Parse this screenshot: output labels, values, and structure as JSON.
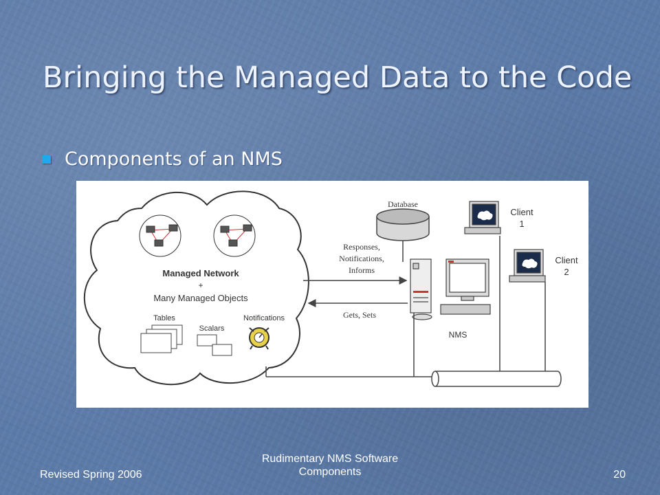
{
  "slide": {
    "title": "Bringing the Managed Data to the Code",
    "bullet": "Components of an NMS"
  },
  "diagram": {
    "cloud_label_main": "Managed Network",
    "cloud_label_plus": "+",
    "cloud_label_objects": "Many Managed Objects",
    "tables_label": "Tables",
    "scalars_label": "Scalars",
    "notifications_label": "Notifications",
    "database_label": "Database",
    "responses_line1": "Responses,",
    "responses_line2": "Notifications,",
    "responses_line3": "Informs",
    "gets_sets_label": "Gets, Sets",
    "nms_label": "NMS",
    "client1_line1": "Client",
    "client1_line2": "1",
    "client2_line1": "Client",
    "client2_line2": "2"
  },
  "footer": {
    "left": "Revised Spring 2006",
    "center_line1": "Rudimentary NMS Software",
    "center_line2": "Components",
    "page_number": "20"
  }
}
